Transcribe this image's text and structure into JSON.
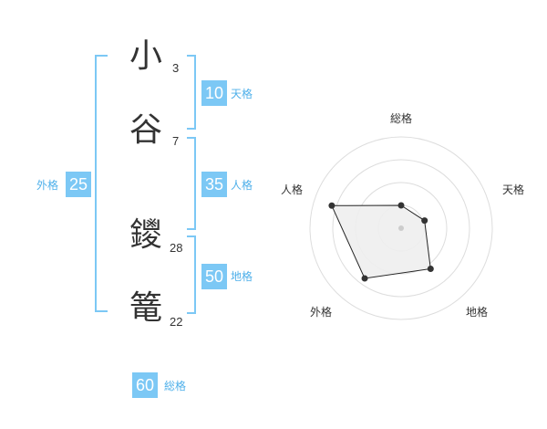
{
  "name_chars": [
    {
      "char": "小",
      "strokes": "3"
    },
    {
      "char": "谷",
      "strokes": "7"
    },
    {
      "char": "鑁",
      "strokes": "28"
    },
    {
      "char": "篭",
      "strokes": "22"
    }
  ],
  "fortunes": {
    "ten": {
      "value": "10",
      "label": "天格"
    },
    "jin": {
      "value": "35",
      "label": "人格"
    },
    "chi": {
      "value": "50",
      "label": "地格"
    },
    "gai": {
      "value": "25",
      "label": "外格"
    },
    "sou": {
      "value": "60",
      "label": "総格"
    }
  },
  "colors": {
    "accent": "#7cc8f5",
    "accent_text": "#4fb0ea",
    "text": "#333333",
    "grid": "#dddddd",
    "fill": "#eeeeee"
  },
  "chart_data": {
    "type": "radar",
    "axes": [
      "総格",
      "天格",
      "地格",
      "外格",
      "人格"
    ],
    "values": [
      0.25,
      0.27,
      0.55,
      0.68,
      0.8
    ],
    "range": [
      0,
      1
    ],
    "rings": 4
  }
}
